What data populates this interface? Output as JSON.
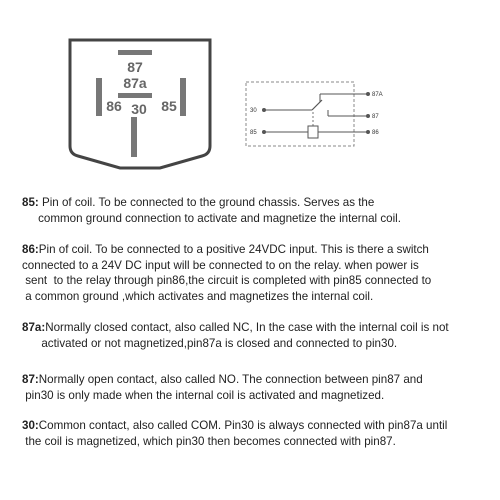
{
  "relay": {
    "pin_87": "87",
    "pin_87a": "87a",
    "pin_86": "86",
    "pin_30": "30",
    "pin_85": "85"
  },
  "schematic": {
    "pin_87a": "87A",
    "pin_87": "87",
    "pin_30": "30",
    "pin_85": "85",
    "pin_86": "86"
  },
  "descriptions": [
    {
      "label": "85:",
      "text": " Pin of coil. To be connected to the ground chassis. Serves as the\n     common ground connection to activate and magnetize the internal coil."
    },
    {
      "label": "86:",
      "text": "Pin of coil. To be connected to a positive 24VDC input. This is there a switch\nconnected to a 24V DC input will be connected to on the relay. when power is\n sent  to the relay through pin86,the circuit is completed with pin85 connected to\n a common ground ,which activates and magnetizes the internal coil."
    },
    {
      "label": "87a:",
      "text": "Normally closed contact, also called NC, In the case with the internal coil is not\n      activated or not magnetized,pin87a is closed and connected to pin30."
    },
    {
      "label": "87:",
      "text": "Normally open contact, also called NO. The connection between pin87 and\n pin30 is only made when the internal coil is activated and magnetized."
    },
    {
      "label": "30:",
      "text": "Common contact, also called COM. Pin30 is always connected with pin87a until\n the coil is magnetized, which pin30 then becomes connected with pin87."
    }
  ]
}
